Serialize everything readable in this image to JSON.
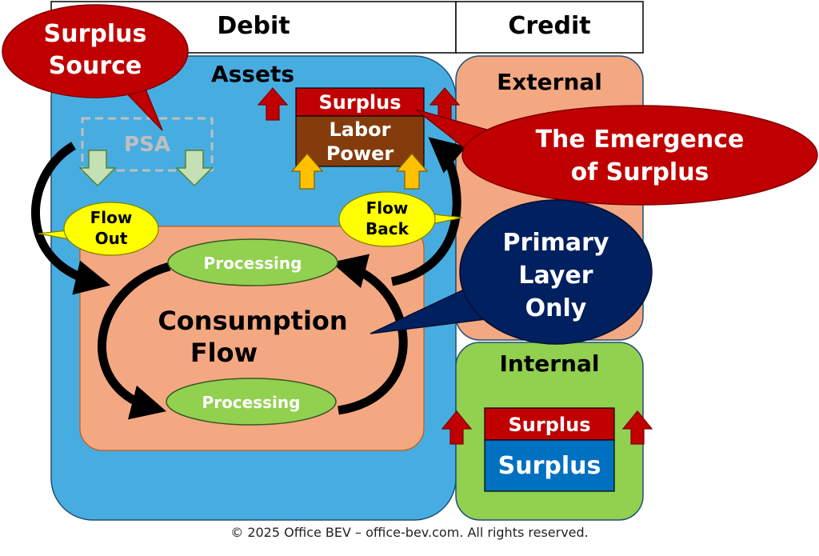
{
  "header": {
    "debit": "Debit",
    "credit": "Credit"
  },
  "sections": {
    "assets": "Assets",
    "external": "External",
    "internal": "Internal",
    "psa": "PSA",
    "consumption_line1": "Consumption",
    "consumption_line2": "Flow"
  },
  "boxes": {
    "surplus_top": "Surplus",
    "labor_line1": "Labor",
    "labor_line2": "Power",
    "internal_surplus_top": "Surplus",
    "internal_surplus_bottom": "Surplus",
    "processing_top": "Processing",
    "processing_bottom": "Processing"
  },
  "callouts": {
    "surplus_source_line1": "Surplus",
    "surplus_source_line2": "Source",
    "emergence_line1": "The Emergence",
    "emergence_line2": "of Surplus",
    "primary_line1": "Primary",
    "primary_line2": "Layer",
    "primary_line3": "Only",
    "flow_out_line1": "Flow",
    "flow_out_line2": "Out",
    "flow_back_line1": "Flow",
    "flow_back_line2": "Back"
  },
  "footer": "© 2025 Office BEV – office-bev.com. All rights reserved.",
  "colors": {
    "assets_blue": "#47ade0",
    "salmon": "#f4a882",
    "green": "#92d050",
    "dark_red": "#c00000",
    "brown": "#843c0c",
    "navy": "#002060",
    "yellow": "#ffff00",
    "orange_arrow": "#ffc000",
    "light_green_arrow": "#c5e0b4",
    "internal_blue": "#0070c0"
  }
}
